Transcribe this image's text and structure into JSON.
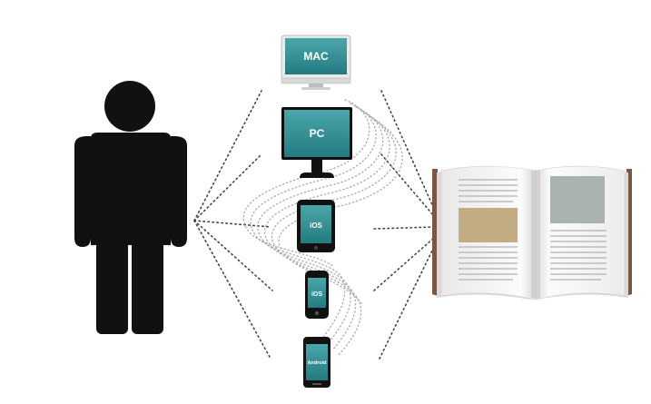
{
  "devices": [
    {
      "id": "mac",
      "label": "MAC"
    },
    {
      "id": "pc",
      "label": "PC"
    },
    {
      "id": "tablet",
      "label": "iOS"
    },
    {
      "id": "iphone",
      "label": "iOS"
    },
    {
      "id": "android",
      "label": "Android"
    }
  ],
  "colors": {
    "screen": "#2f8f95",
    "person": "#111111",
    "dots": "#555555",
    "book_image_left": "#c2ac82",
    "book_image_right": "#a9b3ad",
    "book_spine": "#7a5643"
  }
}
